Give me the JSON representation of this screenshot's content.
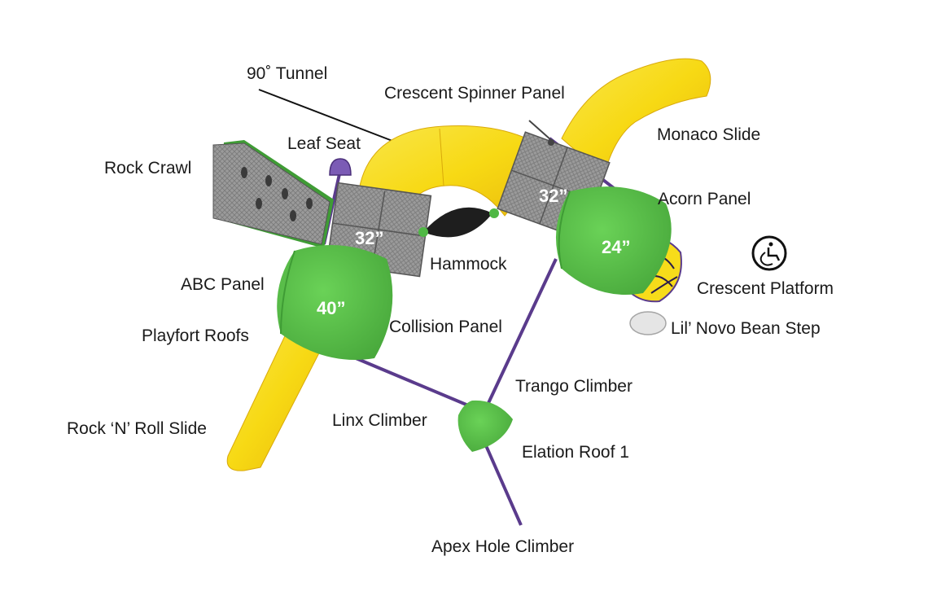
{
  "labels": {
    "tunnel": "90˚ Tunnel",
    "crescent_spinner_panel": "Crescent Spinner Panel",
    "monaco_slide": "Monaco Slide",
    "leaf_seat": "Leaf Seat",
    "rock_crawl": "Rock Crawl",
    "acorn_panel": "Acorn Panel",
    "hammock": "Hammock",
    "abc_panel": "ABC Panel",
    "crescent_platform": "Crescent Platform",
    "lil_novo_bean_step": "Lil’ Novo Bean Step",
    "playfort_roofs": "Playfort Roofs",
    "collision_panel": "Collision Panel",
    "trango_climber": "Trango Climber",
    "linx_climber": "Linx Climber",
    "rock_n_roll_slide": "Rock ‘N’ Roll Slide",
    "elation_roof": "Elation Roof 1",
    "apex_hole_climber": "Apex Hole Climber"
  },
  "heights": {
    "left_deck": "32”",
    "right_deck": "32”",
    "left_roof": "40”",
    "right_roof": "24”"
  },
  "icons": {
    "accessible": "wheelchair-accessible-icon"
  },
  "colors": {
    "slide_yellow": "#f7dc1a",
    "roof_green": "#5cc04a",
    "deck_gray": "#8e8e8e",
    "post_purple": "#5a3b8c",
    "hammock_black": "#1e1e1e"
  }
}
